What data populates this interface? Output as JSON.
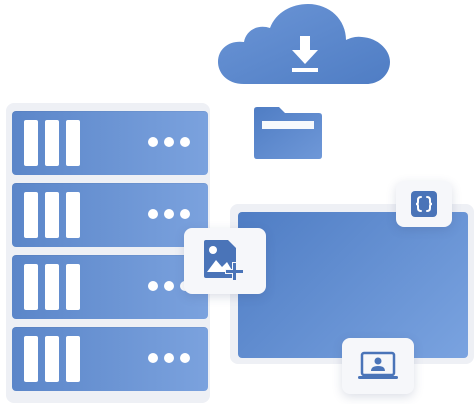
{
  "icons": {
    "cloud": "cloud-download-icon",
    "folder": "folder-icon",
    "image_add": "image-add-icon",
    "code": "code-braces-icon",
    "user_screen": "user-monitor-icon"
  },
  "rack": {
    "unit_count": 4,
    "bays_per_unit": 3,
    "dots_per_unit": 3
  },
  "colors": {
    "primary": "#5b86c9",
    "primary_light": "#7ba2de",
    "panel": "#eef0f5",
    "card": "#f6f7fa",
    "icon_dark": "#4a74b8"
  }
}
